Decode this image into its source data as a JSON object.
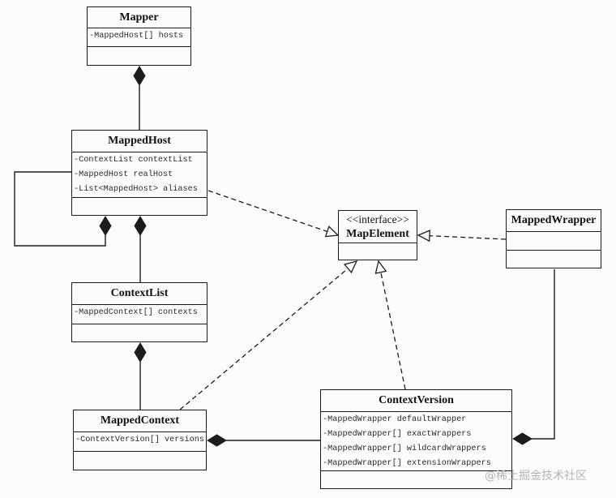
{
  "classes": {
    "mapper": {
      "name": "Mapper",
      "attributes": [
        "-MappedHost[] hosts"
      ]
    },
    "mapped_host": {
      "name": "MappedHost",
      "attributes": [
        "-ContextList contextList",
        "-MappedHost realHost",
        "-List<MappedHost> aliases"
      ]
    },
    "context_list": {
      "name": "ContextList",
      "attributes": [
        "-MappedContext[] contexts"
      ]
    },
    "map_element": {
      "stereotype": "<<interface>>",
      "name": "MapElement"
    },
    "mapped_wrapper": {
      "name": "MappedWrapper"
    },
    "mapped_context": {
      "name": "MappedContext",
      "attributes": [
        "-ContextVersion[] versions"
      ]
    },
    "context_version": {
      "name": "ContextVersion",
      "attributes": [
        "-MappedWrapper defaultWrapper",
        "-MappedWrapper[] exactWrappers",
        "-MappedWrapper[] wildcardWrappers",
        "-MappedWrapper[] extensionWrappers"
      ]
    }
  },
  "watermark": "@稀土掘金技术社区"
}
